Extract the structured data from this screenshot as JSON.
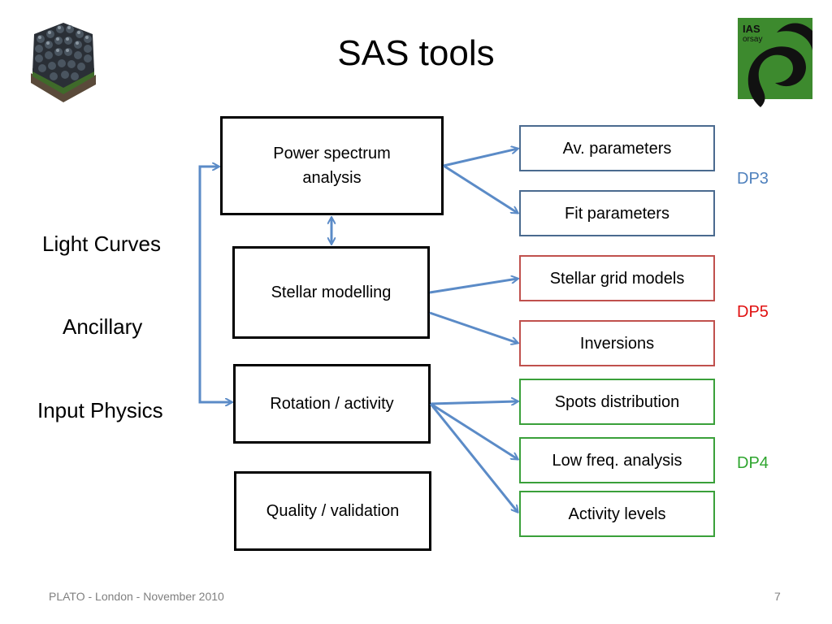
{
  "title": "SAS tools",
  "inputs": [
    "Light Curves",
    "Ancillary",
    "Input Physics"
  ],
  "modules": {
    "power_spectrum": "Power spectrum analysis",
    "stellar_modelling": "Stellar modelling",
    "rotation_activity": "Rotation / activity",
    "quality_validation": "Quality / validation"
  },
  "outputs": {
    "av_parameters": "Av. parameters",
    "fit_parameters": "Fit parameters",
    "stellar_grid_models": "Stellar grid models",
    "inversions": "Inversions",
    "spots_distribution": "Spots distribution",
    "low_freq_analysis": "Low freq. analysis",
    "activity_levels": "Activity levels"
  },
  "data_products": {
    "dp3": {
      "label": "DP3",
      "color": "#4f81bd"
    },
    "dp5": {
      "label": "DP5",
      "color": "#e01010"
    },
    "dp4": {
      "label": "DP4",
      "color": "#2ea52e"
    }
  },
  "output_colors": {
    "dp3": "#4a6a8f",
    "dp5": "#c0504d",
    "dp4": "#3aa03a"
  },
  "arrow_color": "#5b8bc7",
  "footer": {
    "text": "PLATO - London - November 2010",
    "page": "7"
  },
  "logos": {
    "left": "plato-satellite-logo",
    "right": "ias-orsay-logo",
    "right_text": "IAS orsay"
  }
}
